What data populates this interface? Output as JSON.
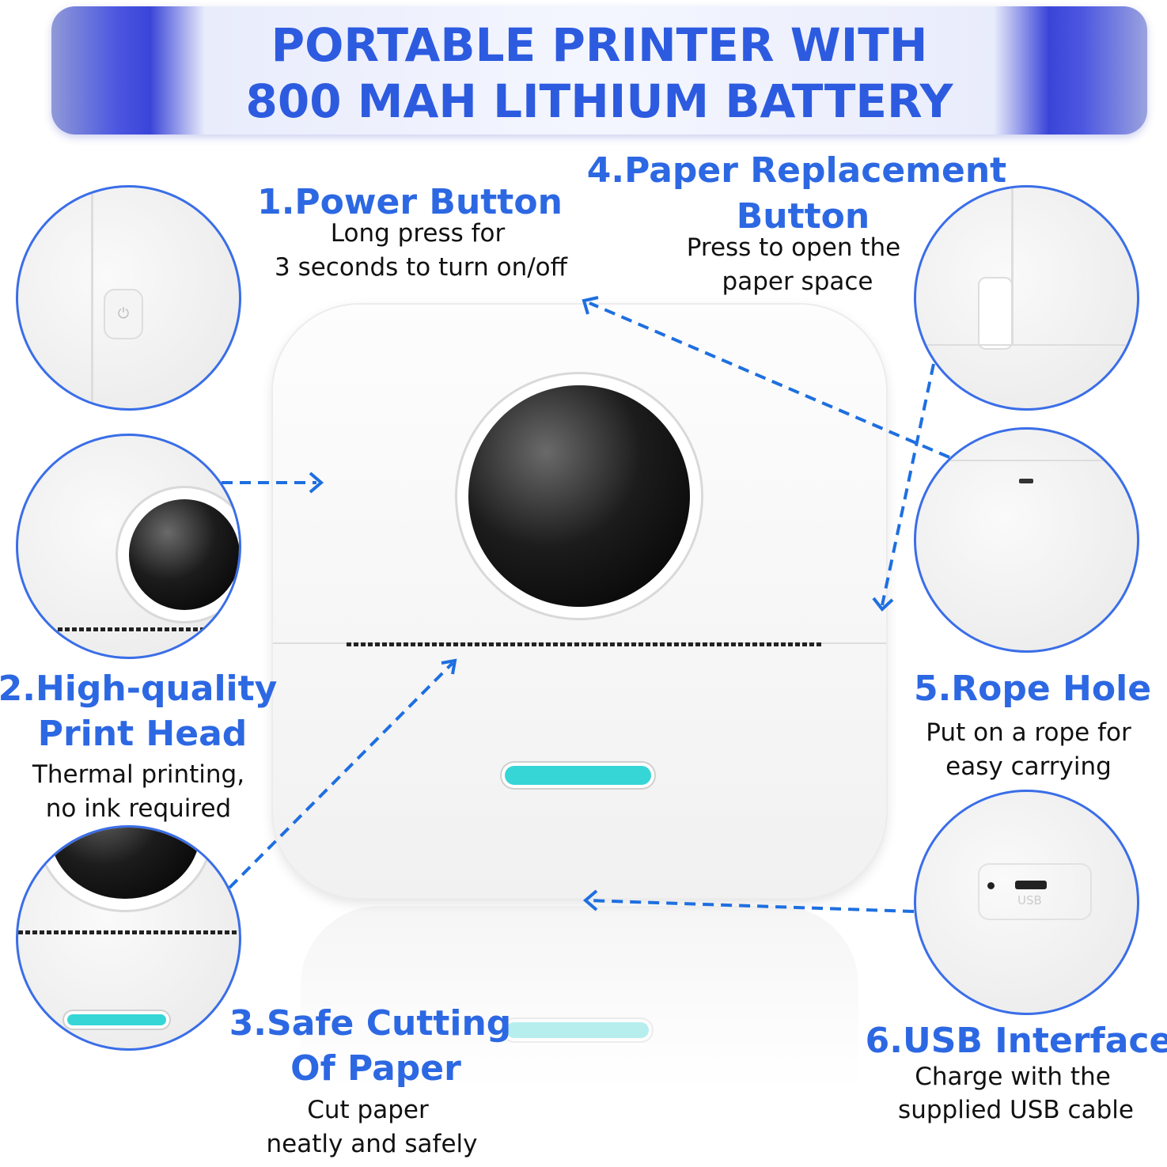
{
  "title": {
    "line1": "PORTABLE PRINTER WITH",
    "line2": "800 MAH LITHIUM BATTERY"
  },
  "features": [
    {
      "heading": "1.Power Button",
      "desc1": "Long press for",
      "desc2": "3 seconds to turn on/off"
    },
    {
      "heading1": "2.High-quality",
      "heading2": "Print Head",
      "desc1": "Thermal printing,",
      "desc2": "no ink required"
    },
    {
      "heading1": "3.Safe Cutting",
      "heading2": "Of Paper",
      "desc1": "Cut paper",
      "desc2": "neatly and safely"
    },
    {
      "heading1": "4.Paper Replacement",
      "heading2": "Button",
      "desc1": "Press to open the",
      "desc2": "paper space"
    },
    {
      "heading": "5.Rope Hole",
      "desc1": "Put on a rope for",
      "desc2": "easy carrying"
    },
    {
      "heading": "6.USB Interface",
      "desc1": "Charge with the",
      "desc2": "supplied USB cable"
    }
  ],
  "usb_label": "USB",
  "colors": {
    "accent": "#2d68e3",
    "arrow": "#1e6fe0",
    "led": "#36d6d6"
  }
}
